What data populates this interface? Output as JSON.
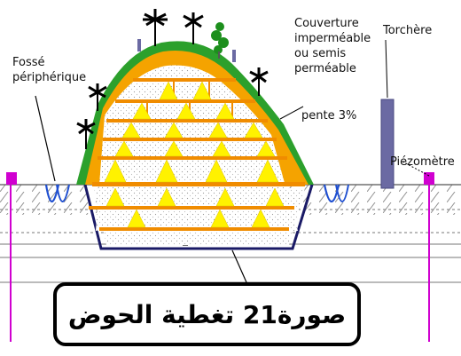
{
  "labels": {
    "fosse": "Fossé\npériphérique",
    "couverture": "Couverture\nimperméable\nou semis\nperméable",
    "pente": "pente 3%",
    "torchere": "Torchère",
    "piezometre": "Piézomètre"
  },
  "caption": "صورة21 تغطية الحوض",
  "colors": {
    "cover_green": "#2ca02c",
    "outer_orange": "#f5a300",
    "layer_orange": "#f08c00",
    "fill_yellow": "#fff200",
    "piezometer": "#d000d0",
    "torch": "#6b6aa3",
    "ditch_blue": "#1f4fd0",
    "liner": "#1a1a66"
  },
  "icons": [
    "palm-tree-icon",
    "shrub-icon"
  ]
}
